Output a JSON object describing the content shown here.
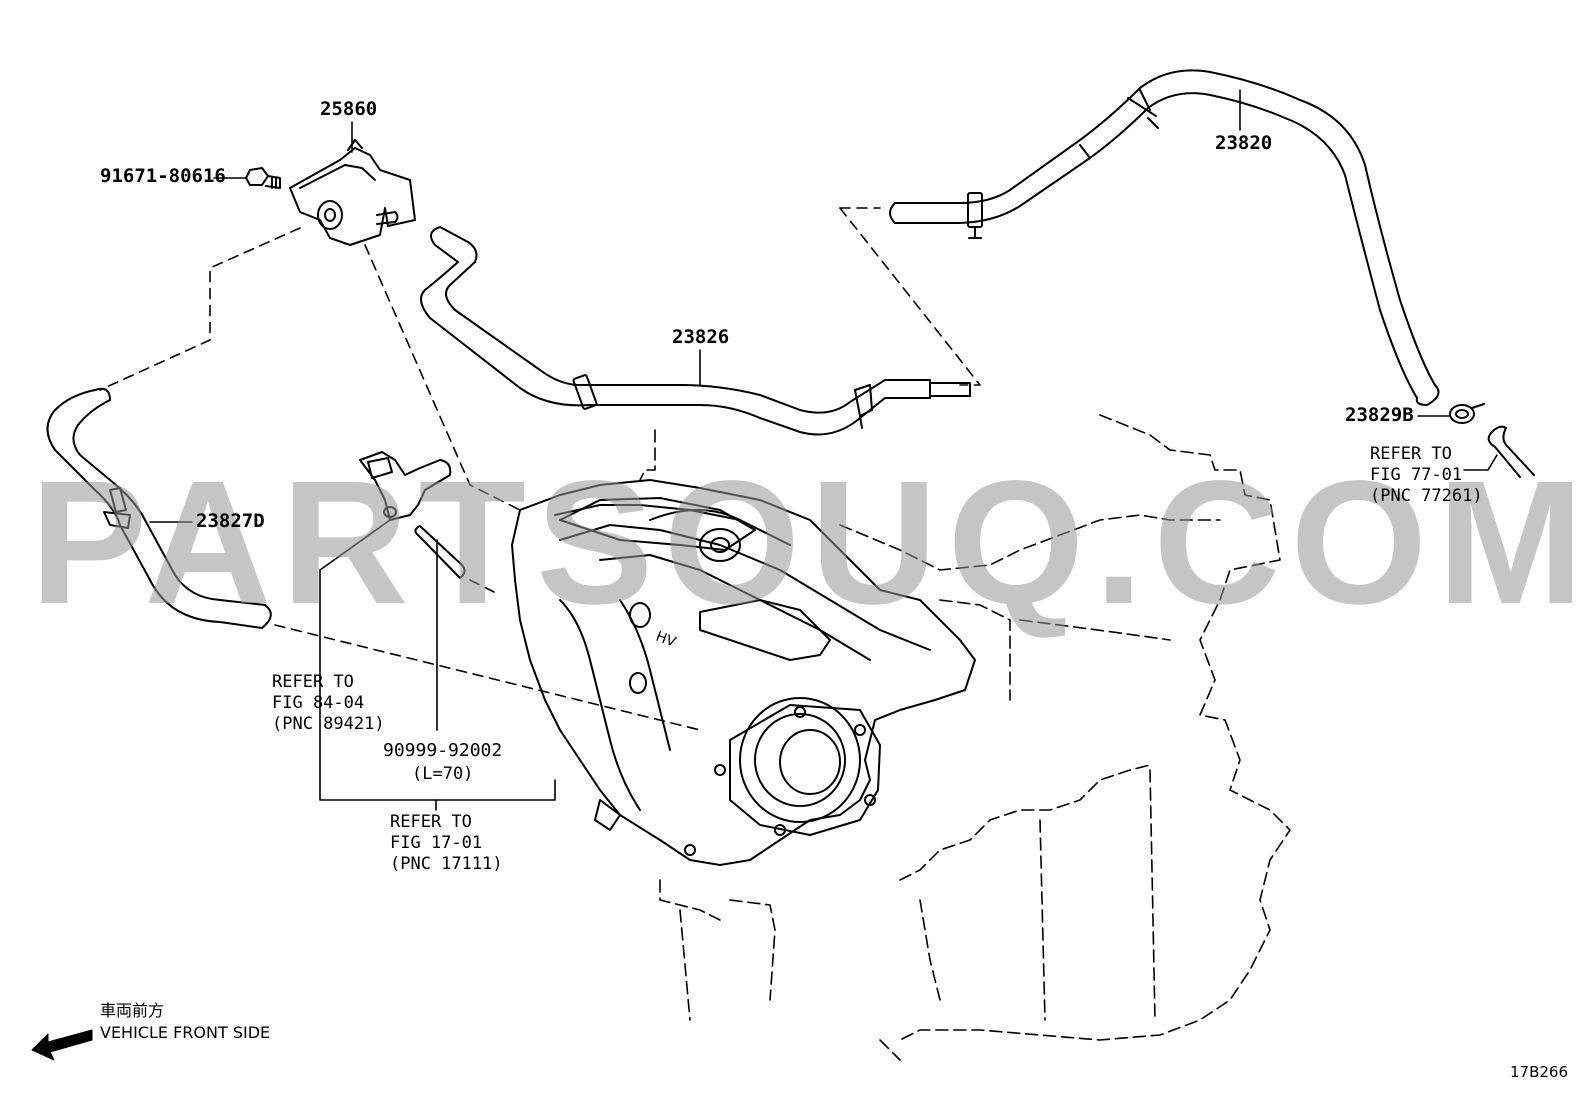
{
  "diagram": {
    "callouts": {
      "p25860": "25860",
      "p91671": "91671-80616",
      "p23820": "23820",
      "p23826": "23826",
      "p23827d": "23827D",
      "p23829b": "23829B",
      "p90999": "90999-92002",
      "p90999_len": "(L=70)"
    },
    "references": {
      "ref_77": {
        "line1": "REFER TO",
        "line2": "FIG 77-01",
        "line3": "(PNC 77261)"
      },
      "ref_84": {
        "line1": "REFER TO",
        "line2": "FIG 84-04",
        "line3": "(PNC 89421)"
      },
      "ref_17": {
        "line1": "REFER TO",
        "line2": "FIG 17-01",
        "line3": "(PNC 17111)"
      }
    },
    "legend": {
      "japanese": "車両前方",
      "english": "VEHICLE FRONT SIDE",
      "arrow_icon": "arrow-left-icon"
    },
    "figure_id": "17B266",
    "watermark": "PARTSOUQ.COM"
  }
}
